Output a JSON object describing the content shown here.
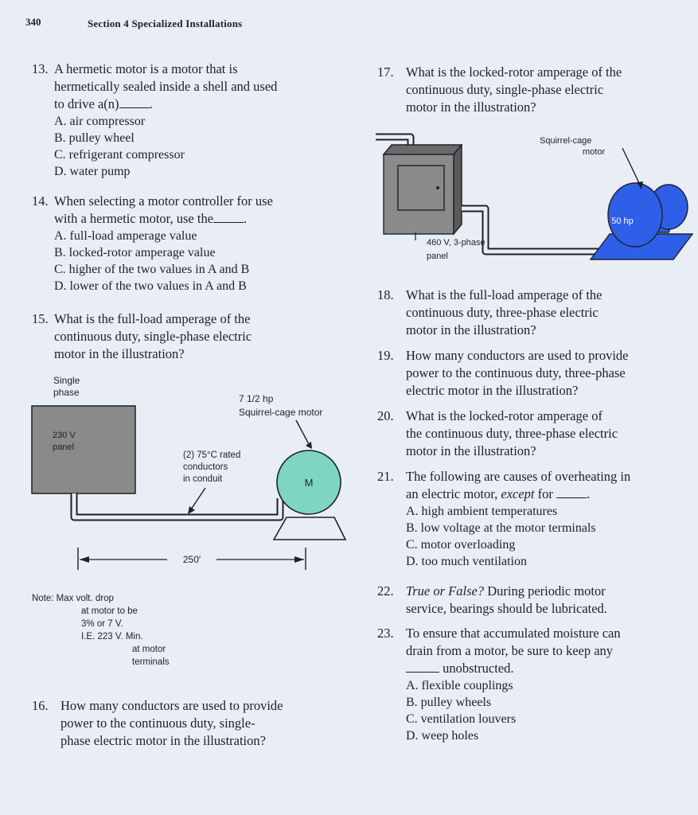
{
  "header": {
    "page_number": "340",
    "section": "Section 4  Specialized Installations"
  },
  "left_column": {
    "q13": {
      "number": "13.",
      "lines": [
        "A hermetic motor is a motor that is",
        "hermetically sealed inside a shell and used",
        "to drive a(n)"
      ],
      "options": [
        "A. air compressor",
        "B. pulley wheel",
        "C. refrigerant compressor",
        "D. water pump"
      ]
    },
    "q14": {
      "number": "14.",
      "lines": [
        "When selecting a motor controller for use",
        "with a hermetic motor, use the"
      ],
      "options": [
        "A. full-load amperage value",
        "B. locked-rotor amperage value",
        "C. higher of the two values in A and B",
        "D. lower of the two values in A and B"
      ]
    },
    "q15": {
      "number": "15.",
      "lines": [
        "What is the full-load amperage of the",
        "continuous duty, single-phase electric",
        "motor in the illustration?"
      ]
    },
    "q16": {
      "number": "16.",
      "lines": [
        "How many conductors are used to provide",
        "power to the continuous duty, single-",
        "phase electric motor in the illustration?"
      ]
    }
  },
  "diagram_single": {
    "phase_label": [
      "Single",
      "phase"
    ],
    "panel_label": [
      "230 V",
      "panel"
    ],
    "motor_label": [
      "7 1/2 hp",
      "Squirrel-cage motor"
    ],
    "conductor_label": [
      "(2) 75°C rated",
      "conductors",
      "in conduit"
    ],
    "motor_letter": "M",
    "distance": "250′",
    "note": [
      "Note: Max volt. drop",
      "at motor to be",
      "3% or 7 V.",
      "I.E. 223 V. Min.",
      "at motor",
      "terminals"
    ]
  },
  "diagram_three": {
    "motor_label": [
      "Squirrel-cage",
      "motor"
    ],
    "hp": "50 hp",
    "panel_label": [
      "460 V, 3-phase",
      "panel"
    ]
  },
  "right_column": {
    "q17": {
      "number": "17.",
      "lines": [
        "What is the locked-rotor amperage of the",
        "continuous duty, single-phase electric",
        "motor in the illustration?"
      ]
    },
    "q18": {
      "number": "18.",
      "lines": [
        "What is the full-load amperage of the",
        "continuous duty, three-phase electric",
        "motor in the illustration?"
      ]
    },
    "q19": {
      "number": "19.",
      "lines": [
        "How many conductors are used to provide",
        "power to the continuous duty, three-phase",
        "electric motor in the illustration?"
      ]
    },
    "q20": {
      "number": "20.",
      "lines": [
        "What is the locked-rotor amperage of",
        "the continuous duty, three-phase electric",
        "motor in the illustration?"
      ]
    },
    "q21": {
      "number": "21.",
      "lines": [
        "The following are causes of overheating in",
        "an electric motor,"
      ],
      "except": "except",
      "for": "for",
      "options": [
        "A. high ambient temperatures",
        "B. low voltage at the motor terminals",
        "C. motor overloading",
        "D. too much ventilation"
      ]
    },
    "q22": {
      "number": "22.",
      "lead": "True or False?",
      "lines": [
        "During periodic motor",
        "service, bearings should be lubricated."
      ]
    },
    "q23": {
      "number": "23.",
      "lines": [
        "To ensure that accumulated moisture can",
        "drain from a motor, be sure to keep any",
        "unobstructed."
      ],
      "options": [
        "A. flexible couplings",
        "B. pulley wheels",
        "C. ventilation louvers",
        "D. weep holes"
      ]
    }
  },
  "colors": {
    "panel_gray": "#8a8a8a",
    "motor_teal": "#7fd6c0",
    "motor_blue": "#2e5fe8"
  }
}
